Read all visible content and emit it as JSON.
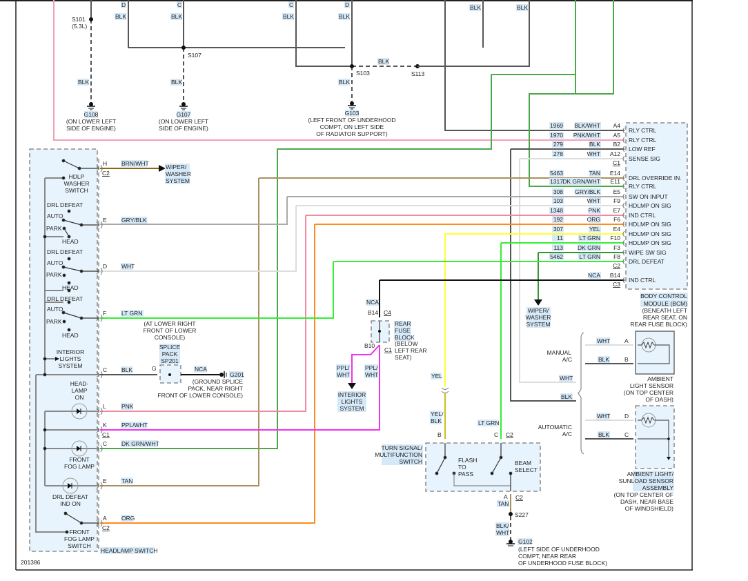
{
  "diagram": {
    "id": "201386",
    "colors": {
      "BLK": "#555555",
      "BLK_solid": "#111111",
      "PNK": "#f08aa0",
      "WHT": "#dddddd",
      "GRY": "#aaaaaa",
      "ORG": "#ff8c1a",
      "YEL": "#ffff33",
      "LT_GRN": "#33ee33",
      "DK_GRN": "#2e9a2e",
      "TAN": "#a89060",
      "BRN": "#8b6914",
      "PPL": "#ee33ee",
      "box_fill": "#e8f4fd",
      "label_highlight": "#d6e9f8"
    }
  },
  "top": {
    "pins": [
      "D",
      "C",
      "C",
      "D"
    ],
    "wire_labels": [
      "BLK",
      "BLK",
      "BLK",
      "BLK",
      "BLK",
      "BLK",
      "BLK",
      "BLK",
      "BLK",
      "BLK"
    ],
    "splices": {
      "s101": "S101",
      "s101_note": "(5.3L)",
      "s107": "S107",
      "s103": "S103",
      "s113": "S113"
    },
    "grounds": {
      "g108": "G108",
      "g108_l1": "(ON LOWER LEFT",
      "g108_l2": "SIDE OF ENGINE)",
      "g107": "G107",
      "g107_l1": "(ON LOWER LEFT",
      "g107_l2": "SIDE OF ENGINE)",
      "g103": "G103",
      "g103_l1": "(LEFT FRONT OF UNDERHOOD",
      "g103_l2": "COMPT, ON LEFT SIDE",
      "g103_l3": "OF RADIATOR SUPPORT)"
    }
  },
  "bcm": {
    "title_l1": "BODY CONTROL",
    "title_l2": "MODULE (BCM)",
    "loc_l1": "(BENEATH LEFT",
    "loc_l2": "REAR SEAT, ON",
    "loc_l3": "REAR FUSE BLOCK)",
    "rows": [
      {
        "circuit": "1969",
        "color": "BLK/WHT",
        "pin": "A4",
        "func": "RLY CTRL"
      },
      {
        "circuit": "1970",
        "color": "PNK/WHT",
        "pin": "A5",
        "func": "RLY CTRL"
      },
      {
        "circuit": "279",
        "color": "BLK",
        "pin": "B2",
        "func": "LOW REF"
      },
      {
        "circuit": "278",
        "color": "WHT",
        "pin": "A12",
        "func": "SENSE SIG"
      },
      {
        "circuit": "",
        "color": "",
        "pin": "C1",
        "func": ""
      },
      {
        "circuit": "5463",
        "color": "TAN",
        "pin": "E14",
        "func": "DRL OVERRIDE IN."
      },
      {
        "circuit": "1317",
        "color": "DK GRN/WHT",
        "pin": "E11",
        "func": "RLY CTRL"
      },
      {
        "circuit": "308",
        "color": "GRY/BLK",
        "pin": "E5",
        "func": "SW ON INPUT"
      },
      {
        "circuit": "103",
        "color": "WHT",
        "pin": "F9",
        "func": "HDLMP ON SIG"
      },
      {
        "circuit": "1348",
        "color": "PNK",
        "pin": "E7",
        "func": "IND CTRL"
      },
      {
        "circuit": "192",
        "color": "ORG",
        "pin": "F6",
        "func": "HDLMP ON SIG"
      },
      {
        "circuit": "307",
        "color": "YEL",
        "pin": "E4",
        "func": "HDLMP ON SIG"
      },
      {
        "circuit": "11",
        "color": "LT GRN",
        "pin": "F10",
        "func": "HDLMP ON SIG"
      },
      {
        "circuit": "113",
        "color": "DK GRN",
        "pin": "F3",
        "func": "WIPE SW SIG"
      },
      {
        "circuit": "5462",
        "color": "LT GRN",
        "pin": "F8",
        "func": "DRL DEFEAT"
      },
      {
        "circuit": "",
        "color": "",
        "pin": "C2",
        "func": ""
      },
      {
        "circuit": "",
        "color": "NCA",
        "pin": "B14",
        "func": "IND CTRL"
      },
      {
        "circuit": "",
        "color": "",
        "pin": "C3",
        "func": ""
      }
    ],
    "wiper_l1": "WIPER/",
    "wiper_l2": "WASHER",
    "wiper_l3": "SYSTEM"
  },
  "headlamp_switch": {
    "title": "HEADLAMP SWITCH",
    "hdlp_washer_l1": "HDLP",
    "hdlp_washer_l2": "WASHER",
    "hdlp_washer_l3": "SWITCH",
    "drl_defeat": "DRL DEFEAT",
    "auto": "AUTO",
    "park": "PARK",
    "head": "HEAD",
    "interior_l1": "INTERIOR",
    "interior_l2": "LIGHTS",
    "interior_l3": "SYSTEM",
    "headlamp_on_l1": "HEAD-",
    "headlamp_on_l2": "LAMP",
    "headlamp_on_l3": "ON",
    "fog_l1": "FRONT",
    "fog_l2": "FOG LAMP",
    "drl_ind_l1": "DRL DEFEAT",
    "drl_ind_l2": "IND ON",
    "fog_sw_l1": "FRONT",
    "fog_sw_l2": "FOG LAMP",
    "fog_sw_l3": "SWITCH",
    "pins": [
      {
        "pin": "H",
        "color": "BRN/WHT",
        "conn": "C2"
      },
      {
        "pin": "E",
        "color": "GRY/BLK",
        "conn": ""
      },
      {
        "pin": "D",
        "color": "WHT",
        "conn": ""
      },
      {
        "pin": "F",
        "color": "LT GRN",
        "conn": ""
      },
      {
        "pin": "C",
        "color": "BLK",
        "conn": ""
      },
      {
        "pin": "L",
        "color": "PNK",
        "conn": ""
      },
      {
        "pin": "K",
        "color": "PPL/WHT",
        "conn": "C1"
      },
      {
        "pin": "C",
        "color": "DK GRN/WHT",
        "conn": ""
      },
      {
        "pin": "E",
        "color": "TAN",
        "conn": ""
      },
      {
        "pin": "A",
        "color": "ORG",
        "conn": "C2"
      }
    ],
    "wiper_l1": "WIPER/",
    "wiper_l2": "WASHER",
    "wiper_l3": "SYSTEM"
  },
  "splice_pack": {
    "loc_l1": "(AT LOWER RIGHT",
    "loc_l2": "FRONT OF LOWER",
    "loc_l3": "CONSOLE)",
    "name_l1": "SPLICE",
    "name_l2": "PACK",
    "name_l3": "SP201",
    "pin": "G",
    "nca": "NCA",
    "ground": "G201",
    "ground_l1": "(GROUND SPLICE",
    "ground_l2": "PACK, NEAR RIGHT",
    "ground_l3": "FRONT OF LOWER CONSOLE)"
  },
  "rear_fuse_block": {
    "nca": "NCA",
    "pin_top": "B14",
    "conn_top": "C4",
    "pin_bot": "B10",
    "conn_bot": "C1",
    "l1": "REAR",
    "l2": "FUSE",
    "l3": "BLOCK",
    "l4": "(BELOW",
    "l5": "LEFT REAR",
    "l6": "SEAT)",
    "ppl_l1": "PPL/",
    "ppl_l2": "WHT",
    "ppl2_l1": "PPL/",
    "ppl2_l2": "WHT",
    "interior_l1": "INTERIOR",
    "interior_l2": "LIGHTS",
    "interior_l3": "SYSTEM"
  },
  "turn_signal": {
    "yel": "YEL",
    "yelblk_l1": "YEL/",
    "yelblk_l2": "BLK",
    "ltgrn": "LT GRN",
    "pin_b": "B",
    "pin_c": "C",
    "conn": "C2",
    "title_l1": "TURN SIGNAL/",
    "title_l2": "MULTIFUNCTION",
    "title_l3": "SWITCH",
    "flash_l1": "FLASH",
    "flash_l2": "TO",
    "flash_l3": "PASS",
    "beam_l1": "BEAM",
    "beam_l2": "SELECT",
    "pin_a": "A",
    "conn_a": "C2",
    "tan": "TAN",
    "s227": "S227",
    "blkwht_l1": "BLK/",
    "blkwht_l2": "WHT",
    "g102": "G102",
    "g102_l1": "(LEFT SIDE OF UNDERHOOD",
    "g102_l2": "COMPT, NEAR REAR",
    "g102_l3": "OF UNDERHOOD FUSE BLOCK)"
  },
  "sensors": {
    "manual_l1": "MANUAL",
    "manual_l2": "A/C",
    "automatic_l1": "AUTOMATIC",
    "automatic_l2": "A/C",
    "wht": "WHT",
    "blk": "BLK",
    "ambient_pin_a": "A",
    "ambient_pin_b": "B",
    "ambient_l1": "AMBIENT",
    "ambient_l2": "LIGHT SENSOR",
    "ambient_l3": "(ON TOP CENTER",
    "ambient_l4": "OF DASH)",
    "sunload_pin_d": "D",
    "sunload_pin_c": "C",
    "sunload_l1": "AMBIENT LIGHT/",
    "sunload_l2": "SUNLOAD SENSOR",
    "sunload_l3": "ASSEMBLY",
    "sunload_l4": "(ON TOP CENTER OF",
    "sunload_l5": "DASH, NEAR BASE",
    "sunload_l6": "OF WINDSHIELD)"
  }
}
